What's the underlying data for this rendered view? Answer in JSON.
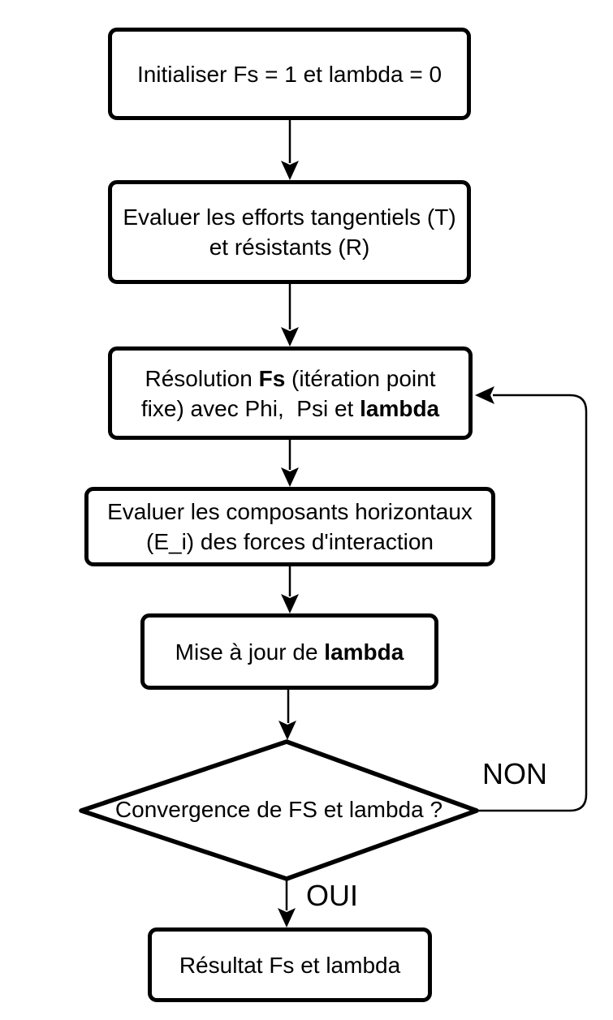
{
  "colors": {
    "background": "#ffffff",
    "stroke": "#000000",
    "text": "#000000"
  },
  "nodes": {
    "init": {
      "text": "Initialiser Fs = 1 et lambda = 0"
    },
    "eval_efforts": {
      "line1": "Evaluer les efforts tangentiels (T)",
      "line2": "et résistants (R)"
    },
    "resolution": {
      "line1": [
        {
          "text": "Résolution ",
          "bold": false
        },
        {
          "text": "Fs",
          "bold": true
        },
        {
          "text": " (itération point",
          "bold": false
        }
      ],
      "line2": [
        {
          "text": "fixe) avec Phi,  Psi et ",
          "bold": false
        },
        {
          "text": "lambda",
          "bold": true
        }
      ]
    },
    "eval_components": {
      "line1": "Evaluer les composants horizontaux",
      "line2": "(E_i) des forces d'interaction"
    },
    "update_lambda": {
      "parts": [
        {
          "text": "Mise à jour de ",
          "bold": false
        },
        {
          "text": "lambda",
          "bold": true
        }
      ]
    },
    "decision": {
      "text": "Convergence de FS et lambda ?"
    },
    "result": {
      "text": "Résultat Fs et lambda"
    }
  },
  "edge_labels": {
    "no": "NON",
    "yes": "OUI"
  }
}
